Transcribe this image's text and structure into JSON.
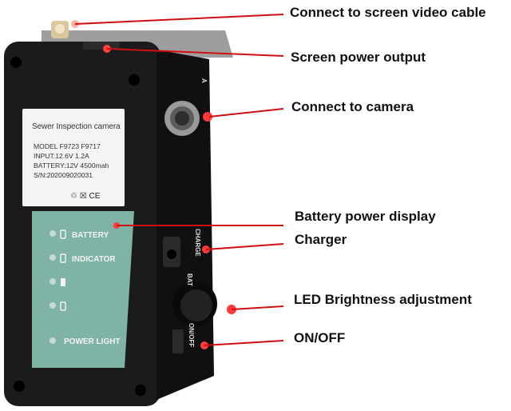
{
  "callouts": {
    "screen_video_cable": "Connect to screen video cable",
    "screen_power_output": "Screen power output",
    "camera": "Connect to camera",
    "battery_display": "Battery power display",
    "charger": "Charger",
    "led_brightness": "LED Brightness adjustment",
    "on_off": "ON/OFF"
  },
  "label": {
    "title": "Sewer Inspection camera",
    "model": "MODEL F9723    F9717",
    "input": "INPUT:12.6V 1.2A",
    "battery": "BATTERY:12V 4500mah",
    "serial": "S/N:202009020031",
    "marks": "♲ ☒ CE"
  },
  "panel": {
    "battery": "BATTERY",
    "indicator": "INDICATOR",
    "power_light": "POWER LIGHT"
  },
  "side": {
    "charge": "CHARGE",
    "on_off": "ON/OFF",
    "bat": "BAT",
    "camera": "A"
  },
  "colors": {
    "callout_line": "#d01010",
    "panel": "#7fb3a6",
    "device_body": "#1a1a1a",
    "device_side": "#0e0e0e"
  }
}
